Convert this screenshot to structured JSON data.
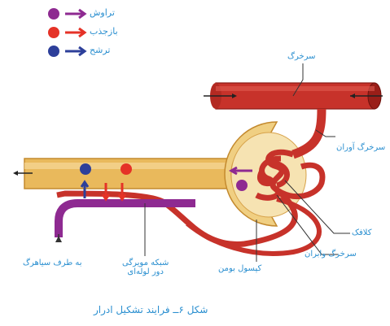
{
  "legend": [
    {
      "label": "تراوش",
      "color": "#8e2a91"
    },
    {
      "label": "بازجذب",
      "color": "#e53227"
    },
    {
      "label": "ترشح",
      "color": "#2d3f9a"
    }
  ],
  "labels": {
    "afferent_artery": "سرخرگ",
    "efferent_arteriole_in": "سرخرگ آوران",
    "glomerulus": "کلافک",
    "efferent_arteriole_out": "سرخرگ وابران",
    "bowman_capsule": "کپسول بومن",
    "peritubular_capillaries": "شبکه مویرگی\nدور لوله‌ای",
    "to_vein": "به طرف سیاهرگ"
  },
  "caption": "شکل ۶ــ فرایند تشکیل ادرار"
}
